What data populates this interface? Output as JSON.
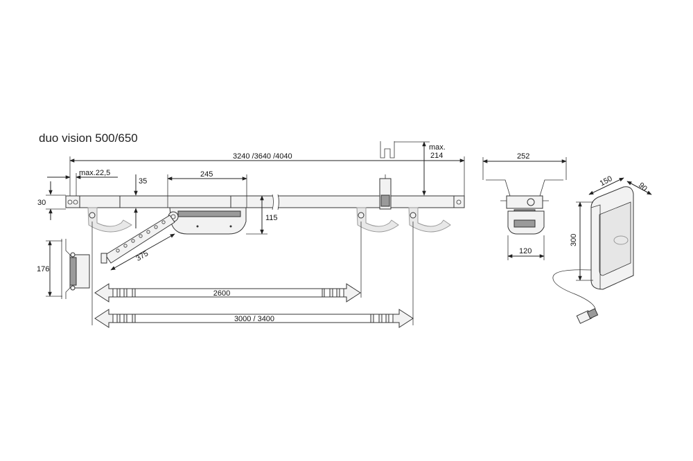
{
  "title": "duo vision 500/650",
  "dims": {
    "rail_length": "3240 /3640 /4040",
    "max_head": "max.",
    "max_head_value": "214",
    "max_offset": "max.22,5",
    "rail_height": "30",
    "d35": "35",
    "motor_width": "245",
    "motor_height": "115",
    "arm_length": "375",
    "bracket_height": "176",
    "travel_short": "2600",
    "travel_long": "3000 / 3400",
    "front_width": "252",
    "front_base": "120",
    "unit_width": "150",
    "unit_depth": "90",
    "unit_height": "300"
  }
}
